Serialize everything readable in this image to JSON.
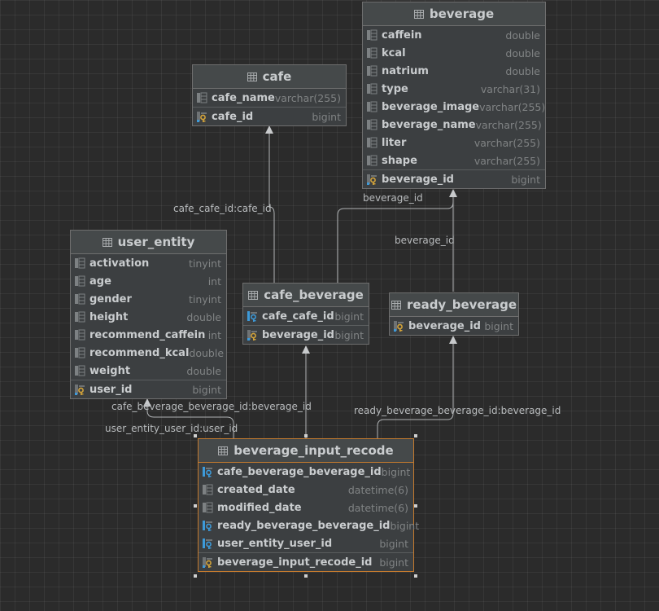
{
  "tables": {
    "beverage": {
      "title": "beverage",
      "columns": [
        {
          "name": "caffein",
          "type": "double",
          "kind": "column"
        },
        {
          "name": "kcal",
          "type": "double",
          "kind": "column"
        },
        {
          "name": "natrium",
          "type": "double",
          "kind": "column"
        },
        {
          "name": "type",
          "type": "varchar(31)",
          "kind": "column"
        },
        {
          "name": "beverage_image",
          "type": "varchar(255)",
          "kind": "column"
        },
        {
          "name": "beverage_name",
          "type": "varchar(255)",
          "kind": "column"
        },
        {
          "name": "liter",
          "type": "varchar(255)",
          "kind": "column"
        },
        {
          "name": "shape",
          "type": "varchar(255)",
          "kind": "column"
        }
      ],
      "keys": [
        {
          "name": "beverage_id",
          "type": "bigint",
          "kind": "pk"
        }
      ]
    },
    "cafe": {
      "title": "cafe",
      "columns": [
        {
          "name": "cafe_name",
          "type": "varchar(255)",
          "kind": "column"
        }
      ],
      "keys": [
        {
          "name": "cafe_id",
          "type": "bigint",
          "kind": "pk"
        }
      ]
    },
    "user_entity": {
      "title": "user_entity",
      "columns": [
        {
          "name": "activation",
          "type": "tinyint",
          "kind": "column"
        },
        {
          "name": "age",
          "type": "int",
          "kind": "column"
        },
        {
          "name": "gender",
          "type": "tinyint",
          "kind": "column"
        },
        {
          "name": "height",
          "type": "double",
          "kind": "column"
        },
        {
          "name": "recommend_caffein",
          "type": "int",
          "kind": "column"
        },
        {
          "name": "recommend_kcal",
          "type": "double",
          "kind": "column"
        },
        {
          "name": "weight",
          "type": "double",
          "kind": "column"
        }
      ],
      "keys": [
        {
          "name": "user_id",
          "type": "bigint",
          "kind": "pk"
        }
      ]
    },
    "cafe_beverage": {
      "title": "cafe_beverage",
      "columns": [
        {
          "name": "cafe_cafe_id",
          "type": "bigint",
          "kind": "fk"
        }
      ],
      "keys": [
        {
          "name": "beverage_id",
          "type": "bigint",
          "kind": "pk"
        }
      ]
    },
    "ready_beverage": {
      "title": "ready_beverage",
      "columns": [],
      "keys": [
        {
          "name": "beverage_id",
          "type": "bigint",
          "kind": "pk"
        }
      ]
    },
    "beverage_input_recode": {
      "title": "beverage_input_recode",
      "columns": [
        {
          "name": "cafe_beverage_beverage_id",
          "type": "bigint",
          "kind": "fk"
        },
        {
          "name": "created_date",
          "type": "datetime(6)",
          "kind": "column"
        },
        {
          "name": "modified_date",
          "type": "datetime(6)",
          "kind": "column"
        },
        {
          "name": "ready_beverage_beverage_id",
          "type": "bigint",
          "kind": "fk"
        },
        {
          "name": "user_entity_user_id",
          "type": "bigint",
          "kind": "fk"
        }
      ],
      "keys": [
        {
          "name": "beverage_input_recode_id",
          "type": "bigint",
          "kind": "pk"
        }
      ]
    }
  },
  "relations": [
    {
      "label": "cafe_cafe_id:cafe_id"
    },
    {
      "label": "beverage_id"
    },
    {
      "label": "beverage_id"
    },
    {
      "label": "cafe_beverage_beverage_id:beverage_id"
    },
    {
      "label": "user_entity_user_id:user_id"
    },
    {
      "label": "ready_beverage_beverage_id:beverage_id"
    }
  ],
  "colors": {
    "background": "#2b2b2b",
    "table_fill": "#3c3f41",
    "table_border": "#6e6e6e",
    "selected_border": "#c67b2e",
    "column_name": "#c9ccce",
    "column_type": "#808384",
    "connector": "#b0b3b5",
    "pk_key": "#d4a43a",
    "fk_key": "#3d9ad9"
  },
  "icons": {
    "table": "table-icon",
    "column": "column-icon",
    "pk": "primary-key-icon",
    "fk": "foreign-key-icon"
  }
}
